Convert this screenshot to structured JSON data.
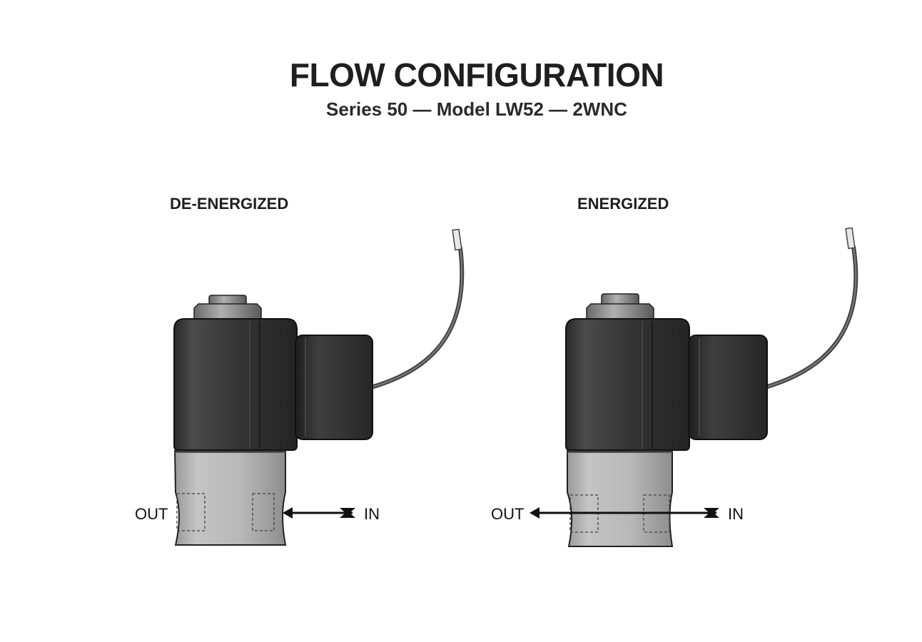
{
  "header": {
    "title": "FLOW CONFIGURATION",
    "subtitle": "Series 50 — Model LW52 — 2WNC"
  },
  "panels": [
    {
      "state_label": "DE-ENERGIZED",
      "out_label": "OUT",
      "in_label": "IN",
      "flow_through": false
    },
    {
      "state_label": "ENERGIZED",
      "out_label": "OUT",
      "in_label": "IN",
      "flow_through": true
    }
  ],
  "colors": {
    "coil_body": "#2f2f2f",
    "coil_highlight": "#4a4a4a",
    "valve_body": "#b5b5b5",
    "wire": "#555555",
    "arrow": "#111111"
  }
}
